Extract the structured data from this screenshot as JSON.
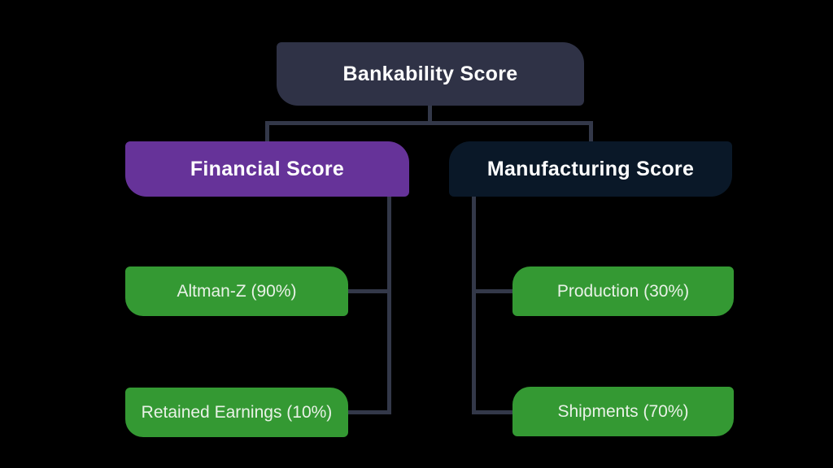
{
  "diagram": {
    "type": "hierarchy-org-chart",
    "nodes": {
      "root": {
        "label": "Bankability Score"
      },
      "financial": {
        "label": "Financial Score",
        "children": [
          {
            "label": "Altman-Z (90%)"
          },
          {
            "label": "Retained Earnings (10%)"
          }
        ]
      },
      "manufacturing": {
        "label": "Manufacturing Score",
        "children": [
          {
            "label": "Production (30%)"
          },
          {
            "label": "Shipments (70%)"
          }
        ]
      }
    }
  },
  "colors": {
    "root-bg": "#2f3246",
    "financial-bg": "#663399",
    "manufacturing-bg": "#0a1828",
    "leaf-bg": "#349933",
    "leaf-text": "#e9f2e7",
    "connector": "#333849",
    "background": "#000000",
    "node-text": "#ffffff"
  }
}
